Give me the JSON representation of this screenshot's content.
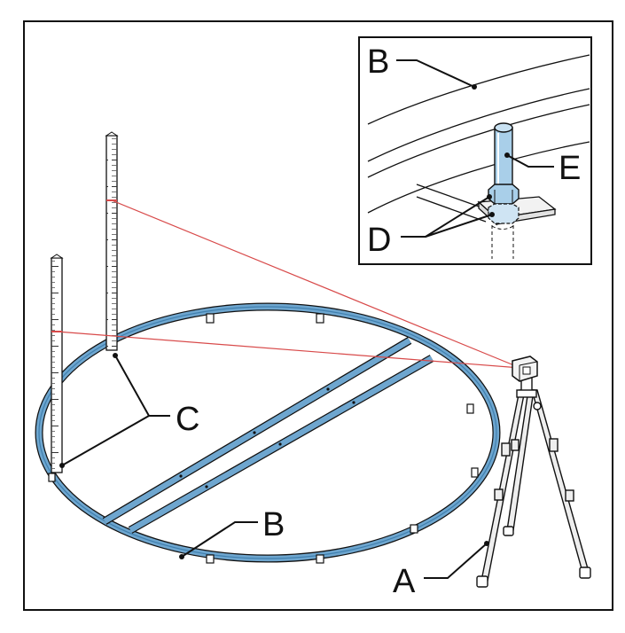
{
  "callouts": {
    "A": "A",
    "B": "B",
    "C": "C",
    "D": "D",
    "E": "E",
    "inset_B": "B"
  },
  "colors": {
    "frame": "#111111",
    "steel_blue": "#6ea6cf",
    "steel_blue_dark": "#3f7fae",
    "laser_line": "#d84a4a",
    "nut_blue": "#a9cfe9",
    "tripod_gray": "#eeeeee",
    "plate_gray": "#f2f2f2"
  },
  "icons": {
    "laser_level": "laser-level-icon",
    "tripod": "tripod-icon",
    "measuring_staff": "measuring-staff-icon",
    "anchor_bolt": "anchor-bolt-icon",
    "nut": "nut-icon"
  }
}
